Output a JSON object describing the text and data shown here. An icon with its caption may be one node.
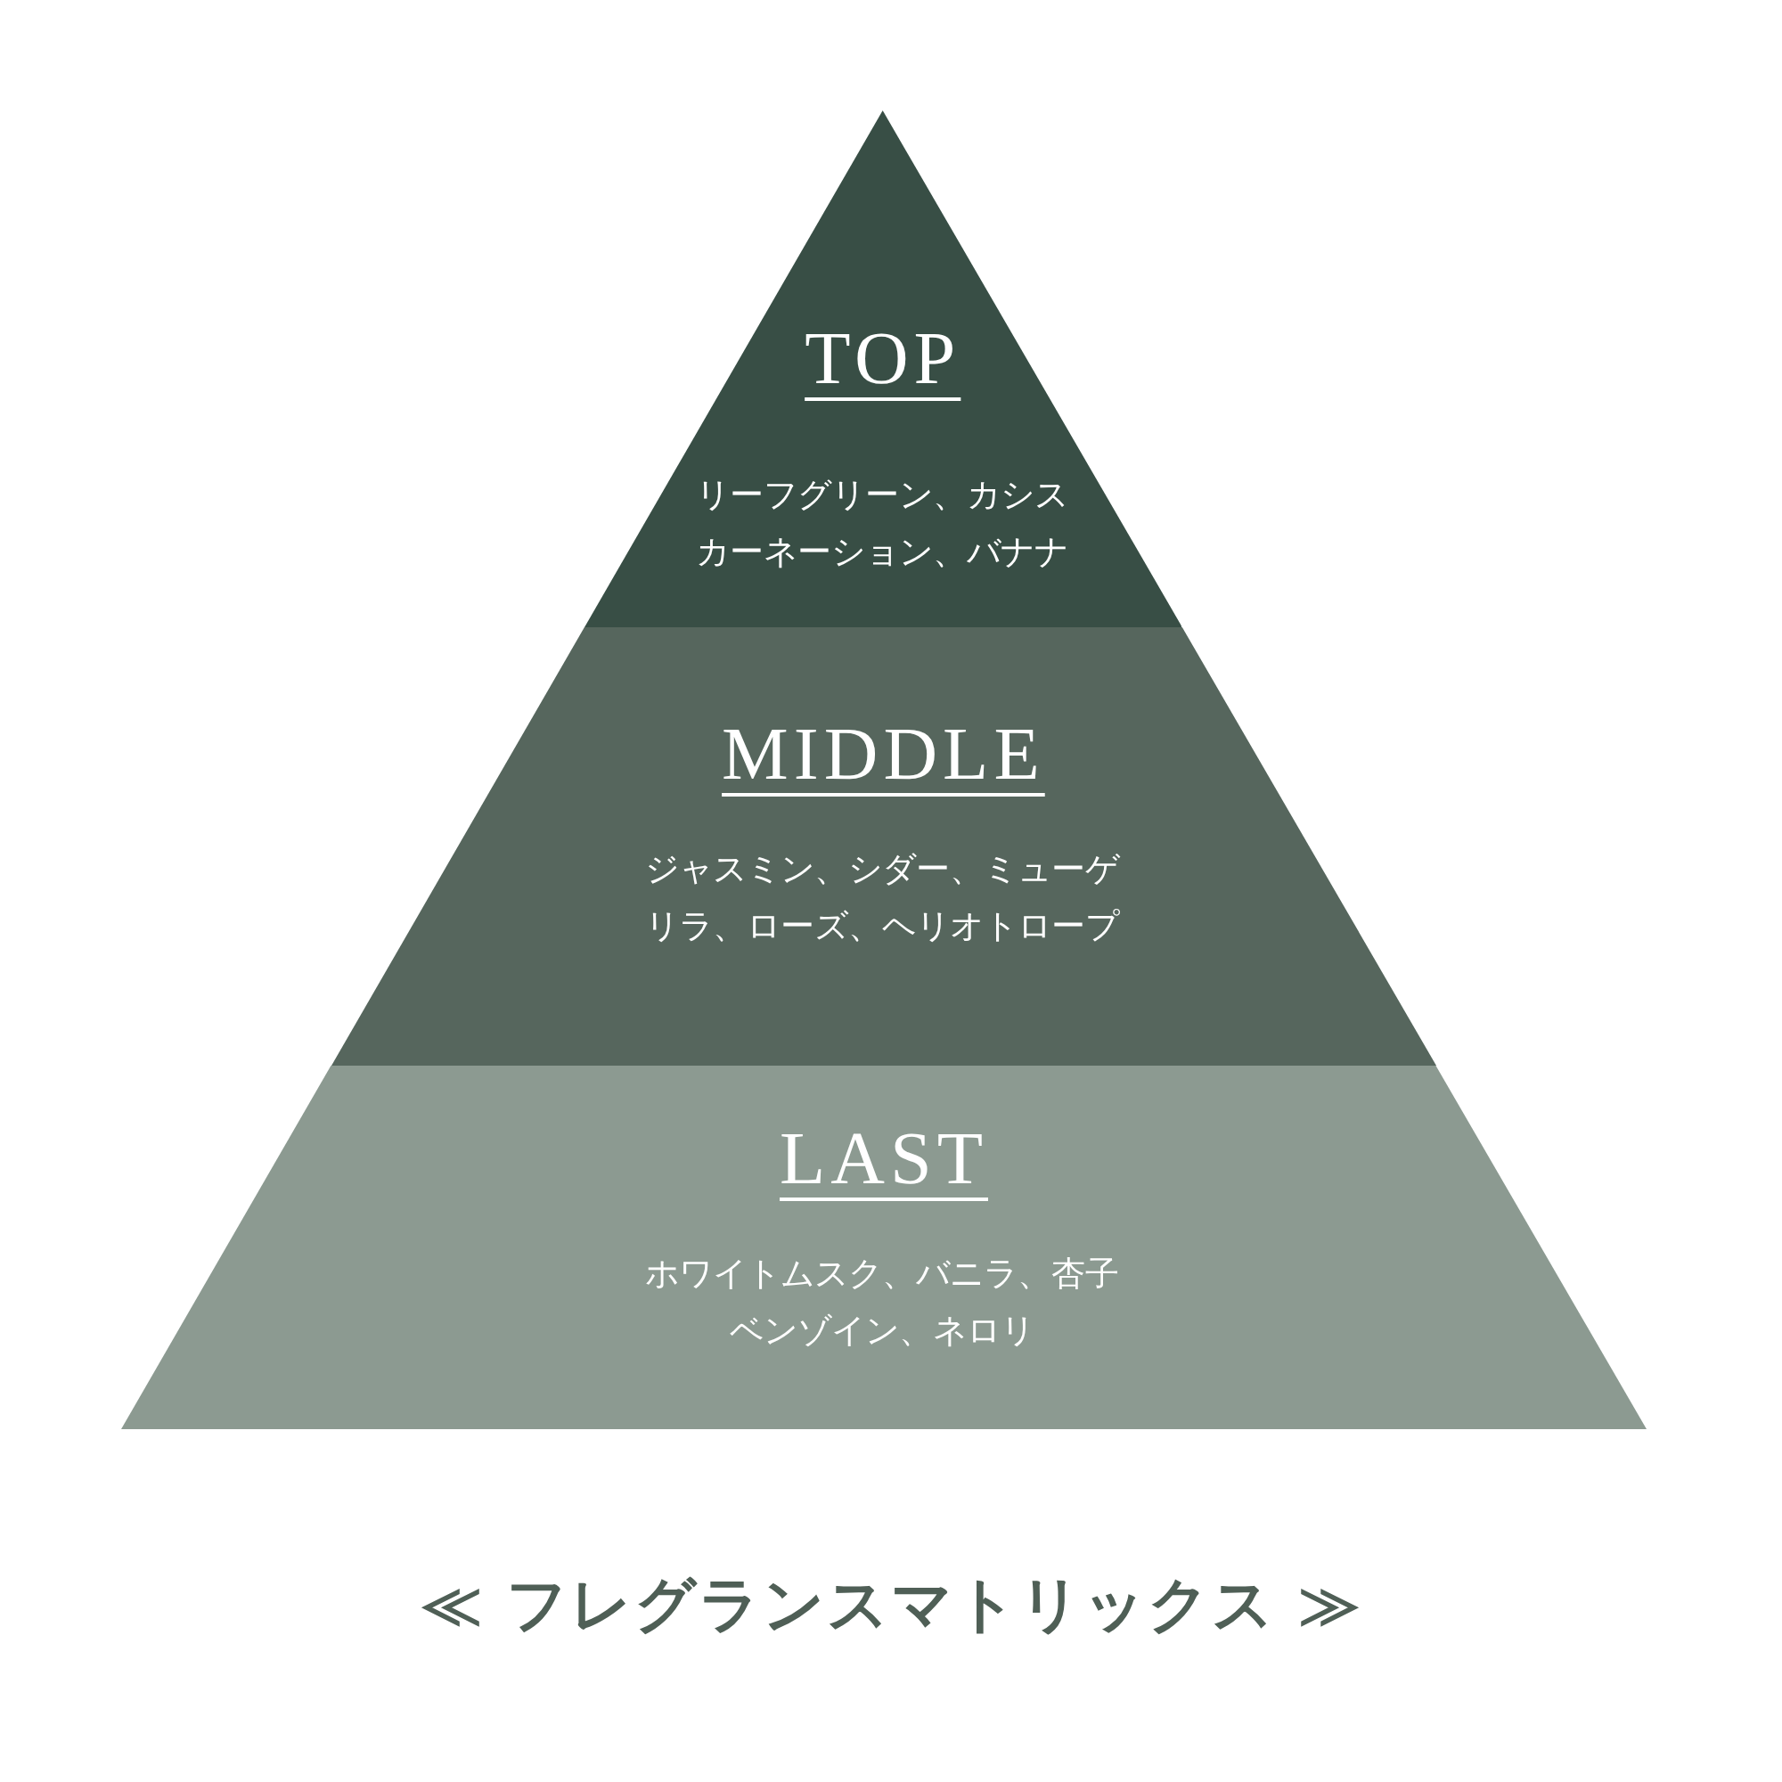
{
  "diagram": {
    "caption": "≪ フレグランスマトリックス ≫",
    "nodes": [
      {
        "text": [
          "TOP",
          "リーフグリーン、カシスカーネーション、バナナ"
        ]
      },
      {
        "text": [
          "MIDDLE",
          "ジャスミン、シダー、ミューゲリラ、ローズ、ヘリオトロープ"
        ]
      },
      {
        "text": [
          "LAST",
          "ホワイトムスク、バニラ、杏子ベンゾイン、ネロリ"
        ]
      }
    ]
  }
}
